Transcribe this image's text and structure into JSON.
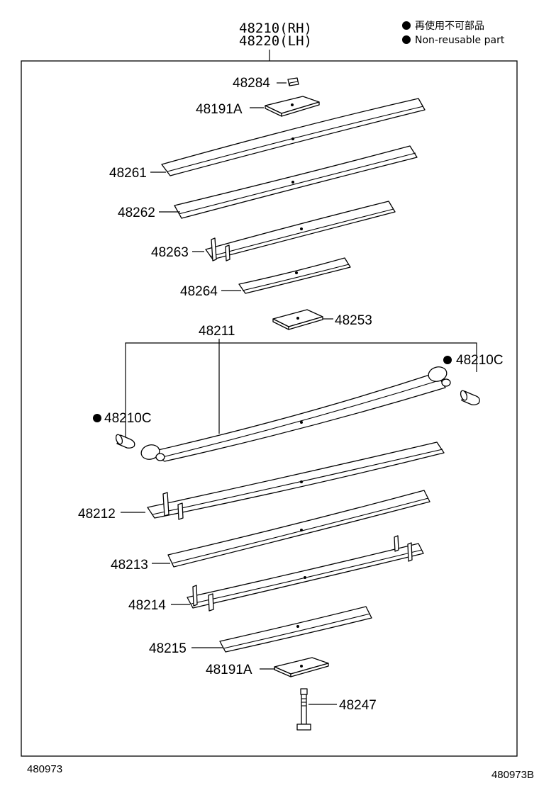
{
  "header": {
    "assembly_rh": "48210(RH)",
    "assembly_lh": "48220(LH)"
  },
  "legend": {
    "japanese": "再使用不可部品",
    "english": "Non-reusable part"
  },
  "parts": {
    "nut": "48284",
    "clip_top": "48191A",
    "leaf_1": "48261",
    "leaf_2": "48262",
    "leaf_3": "48263",
    "leaf_4": "48264",
    "spacer": "48253",
    "main_leaf": "48211",
    "bushing_right": "48210C",
    "bushing_left": "48210C",
    "leaf_5": "48212",
    "leaf_6": "48213",
    "leaf_7": "48214",
    "leaf_8": "48215",
    "clip_bottom": "48191A",
    "center_bolt": "48247"
  },
  "footer": {
    "left_code": "480973",
    "right_code": "480973B"
  }
}
